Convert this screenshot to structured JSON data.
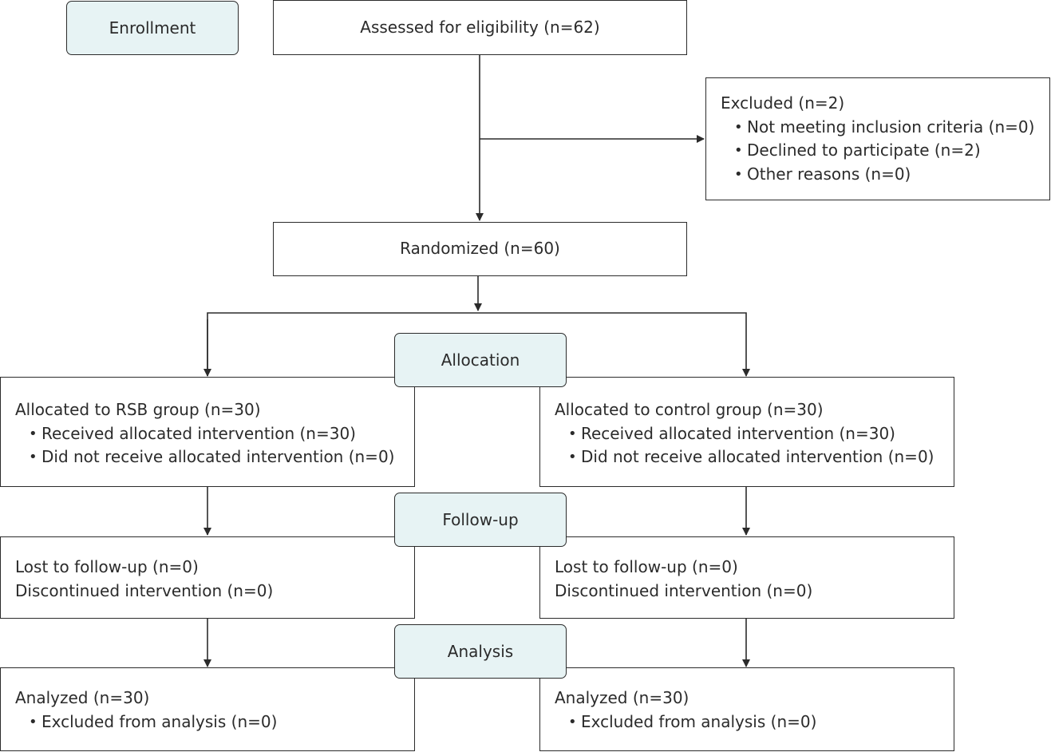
{
  "stages": {
    "enrollment": "Enrollment",
    "allocation": "Allocation",
    "follow_up": "Follow-up",
    "analysis": "Analysis"
  },
  "assessed": "Assessed for eligibility (n=62)",
  "excluded": {
    "title": "Excluded (n=2)",
    "items": [
      "Not meeting inclusion criteria (n=0)",
      "Declined to participate (n=2)",
      "Other reasons (n=0)"
    ]
  },
  "randomized": "Randomized (n=60)",
  "allocation": {
    "left": {
      "title": "Allocated to RSB group (n=30)",
      "items": [
        "Received allocated intervention (n=30)",
        "Did not receive allocated intervention (n=0)"
      ]
    },
    "right": {
      "title": "Allocated to control group (n=30)",
      "items": [
        "Received allocated intervention (n=30)",
        "Did not receive allocated intervention (n=0)"
      ]
    }
  },
  "follow_up": {
    "left": {
      "lines": [
        "Lost to follow-up (n=0)",
        "Discontinued intervention (n=0)"
      ]
    },
    "right": {
      "lines": [
        "Lost to follow-up (n=0)",
        "Discontinued intervention (n=0)"
      ]
    }
  },
  "analysis": {
    "left": {
      "title": "Analyzed (n=30)",
      "items": [
        "Excluded from analysis (n=0)"
      ]
    },
    "right": {
      "title": "Analyzed (n=30)",
      "items": [
        "Excluded from analysis (n=0)"
      ]
    }
  },
  "bullet_symbol": "•"
}
